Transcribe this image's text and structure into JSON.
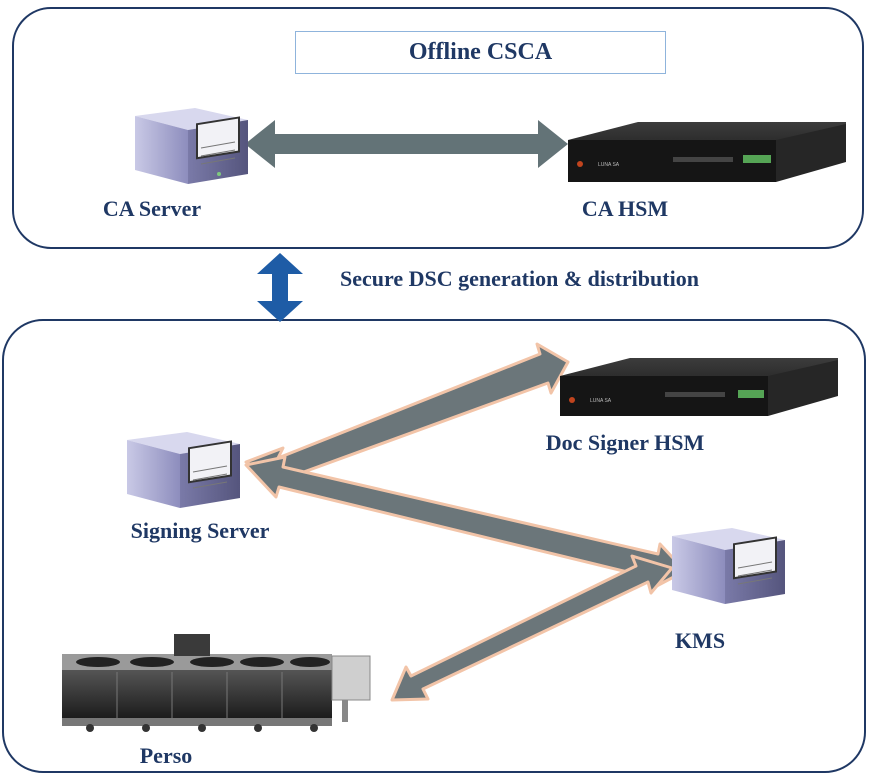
{
  "zones": {
    "offline": {
      "title": "Offline CSCA",
      "nodes": {
        "ca_server": "CA Server",
        "ca_hsm": "CA HSM"
      }
    },
    "link_caption": "Secure DSC generation & distribution",
    "online": {
      "nodes": {
        "signing_server": "Signing Server",
        "doc_signer_hsm": "Doc Signer HSM",
        "kms": "KMS",
        "perso": "Perso"
      }
    }
  },
  "devices": {
    "hsm_brand_text": "LUNA SA"
  },
  "colors": {
    "zone_border": "#1f3864",
    "label_text": "#1f3864",
    "title_box_border": "#8fb4dc",
    "offline_arrow": "#637377",
    "link_arrow": "#1e5ca6",
    "online_arrow_fill": "#6b767a",
    "online_arrow_outline": "#f2c4a8"
  },
  "icons": {
    "server": "server-tower-icon",
    "hsm": "rack-hsm-icon",
    "perso": "card-personalization-machine-icon"
  }
}
